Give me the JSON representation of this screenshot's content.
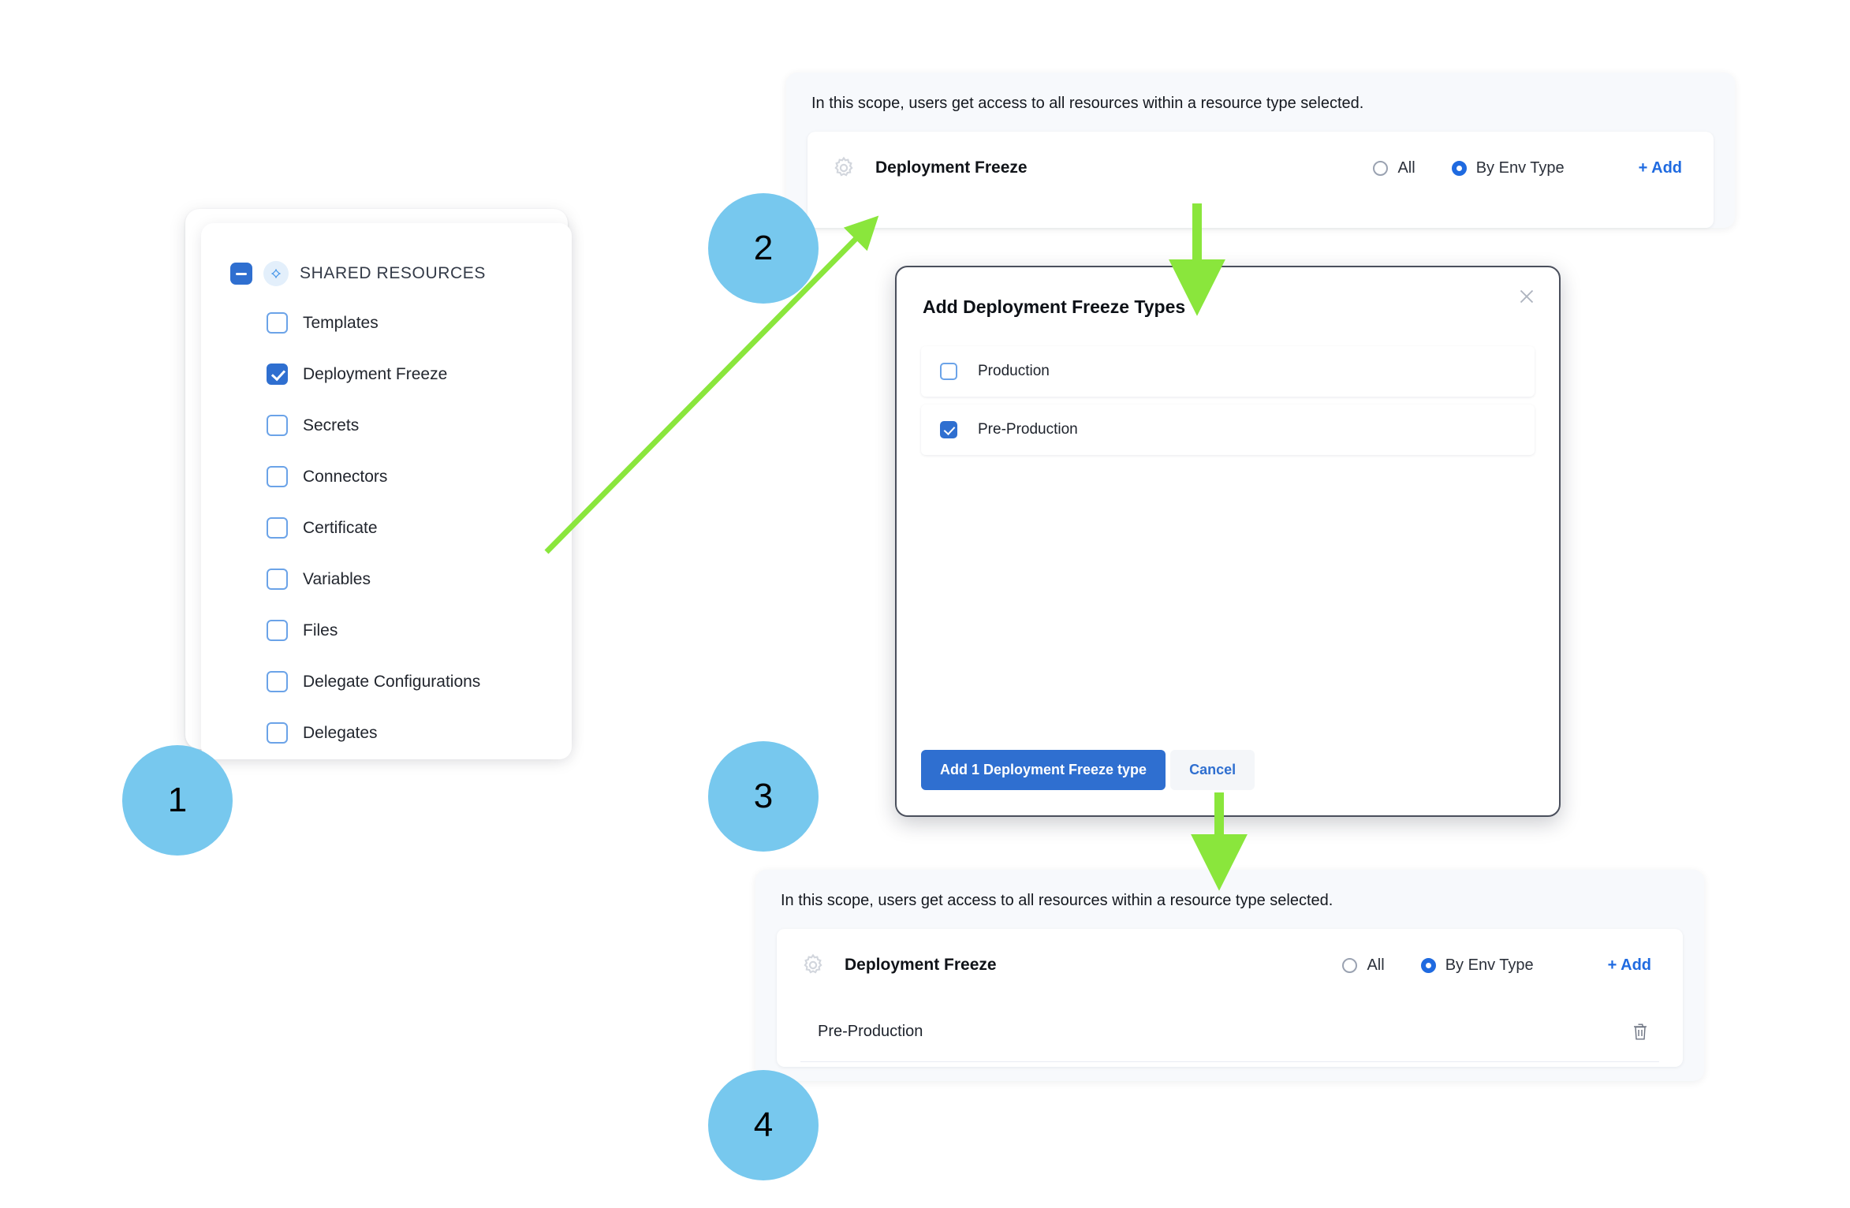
{
  "steps": [
    {
      "number": "1"
    },
    {
      "number": "2"
    },
    {
      "number": "3"
    },
    {
      "number": "4"
    }
  ],
  "colors": {
    "step_badge": "#77c8ee",
    "arrow": "#8ae63c",
    "accent_blue": "#2f6fd0",
    "radio_selected": "#1f6ae0",
    "link_blue": "#1f6ae0",
    "panel_bg": "#f7f9fc"
  },
  "sidebar": {
    "header": {
      "label": "SHARED RESOURCES",
      "checkbox_state": "indeterminate",
      "glyph": "nodes-diamond-icon"
    },
    "items": [
      {
        "label": "Templates",
        "checked": false
      },
      {
        "label": "Deployment Freeze",
        "checked": true
      },
      {
        "label": "Secrets",
        "checked": false
      },
      {
        "label": "Connectors",
        "checked": false
      },
      {
        "label": "Certificate",
        "checked": false
      },
      {
        "label": "Variables",
        "checked": false
      },
      {
        "label": "Files",
        "checked": false
      },
      {
        "label": "Delegate Configurations",
        "checked": false
      },
      {
        "label": "Delegates",
        "checked": false
      }
    ]
  },
  "panel_top": {
    "note": "In this scope, users get access to all resources within a resource type selected.",
    "resource": {
      "icon": "gear-icon",
      "title": "Deployment Freeze"
    },
    "radios": [
      {
        "label": "All",
        "selected": false
      },
      {
        "label": "By Env Type",
        "selected": true
      }
    ],
    "add_link": "+ Add"
  },
  "modal": {
    "title": "Add Deployment Freeze Types",
    "close_icon": "close-icon",
    "options": [
      {
        "label": "Production",
        "checked": false
      },
      {
        "label": "Pre-Production",
        "checked": true
      }
    ],
    "primary_button": "Add 1 Deployment Freeze type",
    "secondary_button": "Cancel"
  },
  "panel_bottom": {
    "note": "In this scope, users get access to all resources within a resource type selected.",
    "resource": {
      "icon": "gear-icon",
      "title": "Deployment Freeze"
    },
    "radios": [
      {
        "label": "All",
        "selected": false
      },
      {
        "label": "By Env Type",
        "selected": true
      }
    ],
    "add_link": "+ Add",
    "selected_items": [
      {
        "label": "Pre-Production",
        "delete_icon": "trash-icon"
      }
    ]
  }
}
